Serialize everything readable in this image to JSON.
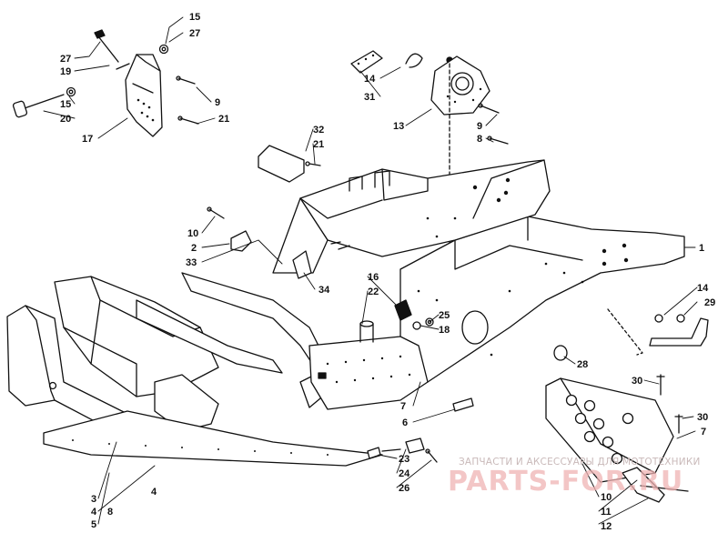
{
  "diagram": {
    "callouts": [
      {
        "id": "c15a",
        "label": "15"
      },
      {
        "id": "c27a",
        "label": "27"
      },
      {
        "id": "c27b",
        "label": "27"
      },
      {
        "id": "c19",
        "label": "19"
      },
      {
        "id": "c15b",
        "label": "15"
      },
      {
        "id": "c20",
        "label": "20"
      },
      {
        "id": "c17",
        "label": "17"
      },
      {
        "id": "c9a",
        "label": "9"
      },
      {
        "id": "c21a",
        "label": "21"
      },
      {
        "id": "c14a",
        "label": "14"
      },
      {
        "id": "c31",
        "label": "31"
      },
      {
        "id": "c13",
        "label": "13"
      },
      {
        "id": "c9b",
        "label": "9"
      },
      {
        "id": "c8a",
        "label": "8"
      },
      {
        "id": "c32",
        "label": "32"
      },
      {
        "id": "c21b",
        "label": "21"
      },
      {
        "id": "c10a",
        "label": "10"
      },
      {
        "id": "c2",
        "label": "2"
      },
      {
        "id": "c33",
        "label": "33"
      },
      {
        "id": "c1",
        "label": "1"
      },
      {
        "id": "c34",
        "label": "34"
      },
      {
        "id": "c16",
        "label": "16"
      },
      {
        "id": "c22",
        "label": "22"
      },
      {
        "id": "c25",
        "label": "25"
      },
      {
        "id": "c18",
        "label": "18"
      },
      {
        "id": "c14b",
        "label": "14"
      },
      {
        "id": "c29",
        "label": "29"
      },
      {
        "id": "c28",
        "label": "28"
      },
      {
        "id": "c30a",
        "label": "30"
      },
      {
        "id": "c7a",
        "label": "7"
      },
      {
        "id": "c6",
        "label": "6"
      },
      {
        "id": "c30b",
        "label": "30"
      },
      {
        "id": "c7b",
        "label": "7"
      },
      {
        "id": "c23",
        "label": "23"
      },
      {
        "id": "c24",
        "label": "24"
      },
      {
        "id": "c26",
        "label": "26"
      },
      {
        "id": "c3",
        "label": "3"
      },
      {
        "id": "c4a",
        "label": "4"
      },
      {
        "id": "c4b",
        "label": "4"
      },
      {
        "id": "c8b",
        "label": "8"
      },
      {
        "id": "c5",
        "label": "5"
      },
      {
        "id": "c10b",
        "label": "10"
      },
      {
        "id": "c11",
        "label": "11"
      },
      {
        "id": "c12",
        "label": "12"
      }
    ]
  },
  "watermark": {
    "caption": "ЗАПЧАСТИ И АКСЕССУАРЫ ДЛЯ МОТОТЕХНИКИ",
    "brand": "PARTS-FOR.RU"
  }
}
